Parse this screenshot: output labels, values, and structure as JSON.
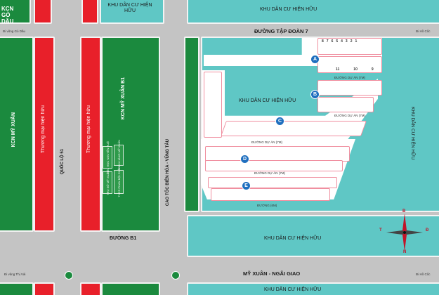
{
  "labels": {
    "kcn_go_dau": "KCN GÒ DẦU",
    "kcn_my_xuan": "KCN MỸ XUÂN",
    "kcn_my_xuan_b1": "KCN MỸ XUÂN B1",
    "thuong_mai_1": "Thương mại hiện hữu",
    "thuong_mai_2": "Thương mại hiện hữu",
    "khu_dan_cu_top_left": "KHU DÂN CƯ HIỆN HỮU",
    "khu_dan_cu_top_right": "KHU DÂN CƯ HIỆN HỮU",
    "khu_dan_cu_center": "KHU DÂN CƯ HIỆN HỮU",
    "khu_dan_cu_right": "KHU DÂN CƯ HIỆN HỮU",
    "khu_dan_cu_lower": "KHU DÂN CƯ HIỆN HỮU",
    "khu_dan_cu_bottom": "KHU DÂN CƯ HIỆN HỮU",
    "duong_tap_doan_7": "ĐƯỜNG TẬP ĐOÀN 7",
    "quoc_lo_51": "QUỐC LỘ 51",
    "cao_toc": "CAO TỐC BIÊN HÒA - VŨNG TÀU",
    "duong_b1": "ĐƯỜNG B1",
    "my_xuan_ngai_giao": "MỸ XUÂN - NGÃI GIAO",
    "duong_du_an_1": "ĐƯỜNG DỰ ÁN (7M)",
    "duong_du_an_2": "ĐƯỜNG DỰ ÁN (7M)",
    "duong_du_an_3": "ĐƯỜNG DỰ ÁN (7M)",
    "duong_du_an_4": "ĐƯỜNG DỰ ÁN (7M)",
    "duong_6m": "ĐƯỜNG (6M)",
    "di_vung_go_dau": "Đi vũng Gò Dầu",
    "di_ho_coc": "Đi Hồ Cốc",
    "di_vung_thi_vai": "Đi vũng Thị Vải",
    "di_ho_coc_2": "Đi Hồ Cốc",
    "mini_1": "TRỤ SỞ MỸ XUÂN",
    "mini_2": "TIỂU HỌC NGUYỄN HUỆ",
    "mini_3": "NGÂN HÀNG MỸ XUÂN",
    "mini_4": "THCS PHAN BỘI CHÂU"
  },
  "markers": [
    "A",
    "B",
    "C",
    "D",
    "E"
  ],
  "compass": {
    "n": "B",
    "s": "N",
    "e": "Đ",
    "w": "T"
  },
  "lots_a_top": [
    "8",
    "7",
    "6",
    "5",
    "4",
    "3",
    "2",
    "1"
  ],
  "lots_a_bot": [
    "11",
    "10",
    "9"
  ],
  "colors": {
    "green": "#1b8a3e",
    "red": "#e8202a",
    "teal": "#5fc7c5",
    "marker": "#1f6fbf"
  }
}
